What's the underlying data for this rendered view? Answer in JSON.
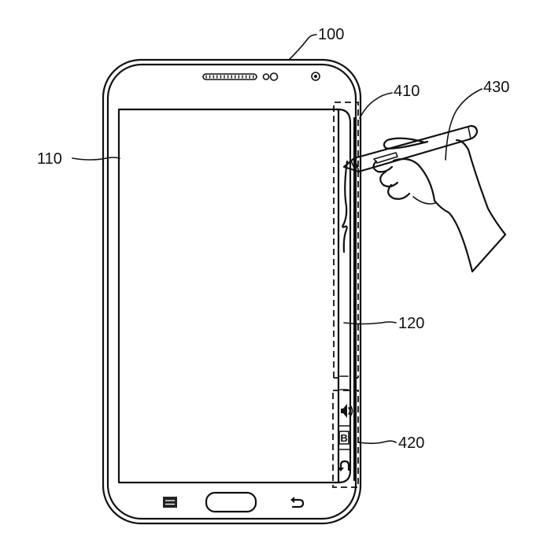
{
  "figure": {
    "type": "patent-drawing",
    "subject": "mobile device with edge display and stylus pen",
    "reference_labels": [
      {
        "id": "100",
        "text": "100",
        "target": "device-body"
      },
      {
        "id": "110",
        "text": "110",
        "target": "main-display"
      },
      {
        "id": "120",
        "text": "120",
        "target": "edge-display"
      },
      {
        "id": "410",
        "text": "410",
        "target": "handwriting-input-area"
      },
      {
        "id": "420",
        "text": "420",
        "target": "edge-icon-area"
      },
      {
        "id": "430",
        "text": "430",
        "target": "stylus-pen"
      }
    ],
    "edge_icons": [
      {
        "name": "speaker-volume-icon"
      },
      {
        "name": "bold-b-icon"
      },
      {
        "name": "undo-arrow-icon"
      }
    ],
    "hardware_keys": [
      {
        "name": "menu-key"
      },
      {
        "name": "home-button"
      },
      {
        "name": "back-key"
      }
    ],
    "colors": {
      "line": "#111111",
      "background": "#ffffff"
    }
  }
}
